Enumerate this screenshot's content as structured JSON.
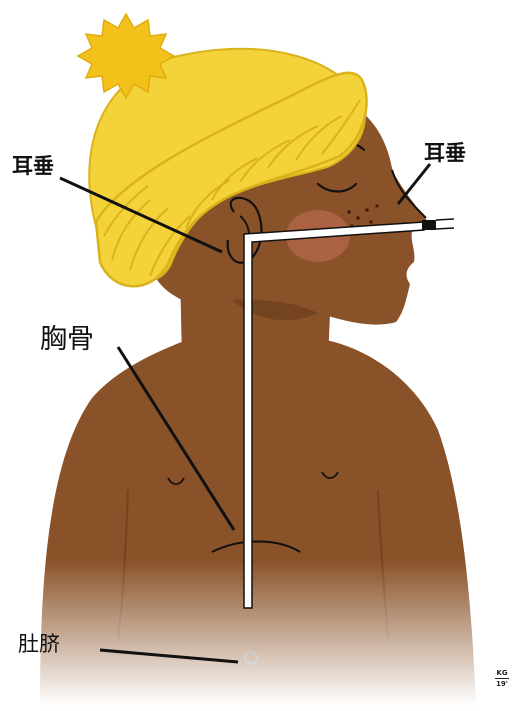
{
  "labels": {
    "ear": "耳垂",
    "nose": "耳垂",
    "sternum": "胸骨",
    "navel": "肚脐"
  },
  "signature": {
    "initials": "KG",
    "year": "19'"
  },
  "colors": {
    "skin": "#8a5228",
    "skin_shadow": "#74431f",
    "hat": "#f4d33a",
    "hat_ribs": "#d9b21c",
    "pompom": "#f2c21a",
    "cheek": "#b8694f",
    "tube": "#ffffff",
    "line": "#111111"
  }
}
